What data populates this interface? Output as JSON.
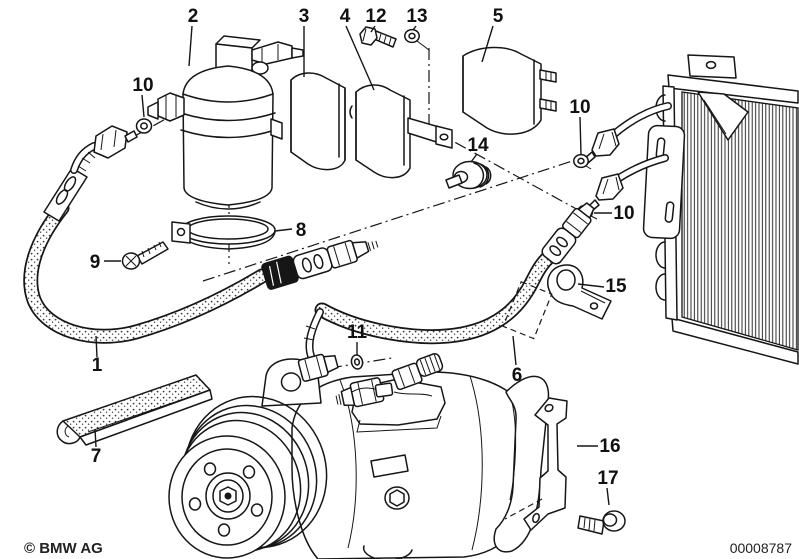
{
  "diagram": {
    "type": "exploded-parts-drawing",
    "subject": "air-conditioning-compressor-drier-hoses-condenser"
  },
  "colors": {
    "ink": "#161616",
    "paper": "#ffffff"
  },
  "callouts": [
    {
      "ref": "1",
      "label": "1"
    },
    {
      "ref": "2",
      "label": "2"
    },
    {
      "ref": "3",
      "label": "3"
    },
    {
      "ref": "4",
      "label": "4"
    },
    {
      "ref": "5",
      "label": "5"
    },
    {
      "ref": "6",
      "label": "6"
    },
    {
      "ref": "7",
      "label": "7"
    },
    {
      "ref": "8",
      "label": "8"
    },
    {
      "ref": "9",
      "label": "9"
    },
    {
      "ref": "10-left",
      "label": "10"
    },
    {
      "ref": "10-upper-right",
      "label": "10"
    },
    {
      "ref": "10-lower-right",
      "label": "10"
    },
    {
      "ref": "11",
      "label": "11"
    },
    {
      "ref": "12",
      "label": "12"
    },
    {
      "ref": "13",
      "label": "13"
    },
    {
      "ref": "14",
      "label": "14"
    },
    {
      "ref": "15",
      "label": "15"
    },
    {
      "ref": "16",
      "label": "16"
    },
    {
      "ref": "17",
      "label": "17"
    }
  ],
  "footer": {
    "copyright": "© BMW AG",
    "drawing_number": "00008787"
  }
}
